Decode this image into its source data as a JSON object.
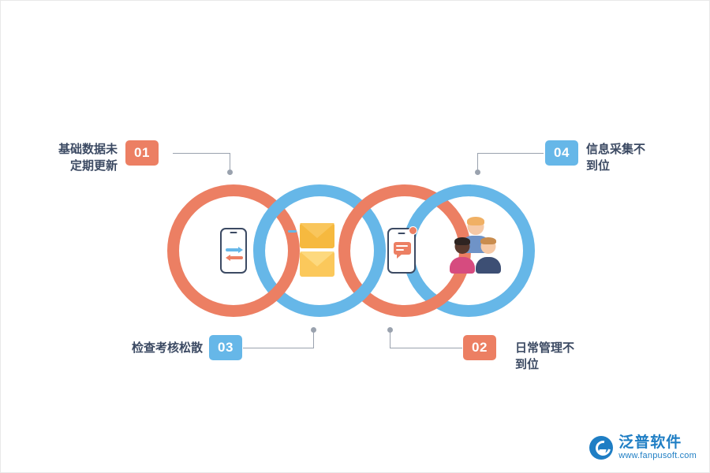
{
  "diagram": {
    "title": "",
    "colors": {
      "orange": "#ec7f63",
      "blue": "#66b7e8",
      "text": "#3c4a63",
      "connector": "#9aa2ae",
      "brand": "#1f7ec4"
    },
    "rings": [
      {
        "index": 1,
        "color": "#ec7f63",
        "icon": "phone-transfer-icon"
      },
      {
        "index": 2,
        "color": "#66b7e8",
        "icon": "envelope-icon"
      },
      {
        "index": 3,
        "color": "#ec7f63",
        "icon": "phone-message-icon"
      },
      {
        "index": 4,
        "color": "#66b7e8",
        "icon": "people-group-icon"
      }
    ],
    "nodes": [
      {
        "number": "01",
        "color": "orange",
        "label": "基础数据未\n定期更新",
        "position": "top-left",
        "align": "right"
      },
      {
        "number": "04",
        "color": "blue",
        "label": "信息采集不\n到位",
        "position": "top-right",
        "align": "left"
      },
      {
        "number": "03",
        "color": "blue",
        "label": "检查考核松散",
        "position": "bottom-left",
        "align": "right"
      },
      {
        "number": "02",
        "color": "orange",
        "label": "日常管理不\n到位",
        "position": "bottom-right",
        "align": "left"
      }
    ]
  },
  "watermark": {
    "logo": "fanpu-logo-icon",
    "name": "泛普软件",
    "url": "www.fanpusoft.com"
  }
}
